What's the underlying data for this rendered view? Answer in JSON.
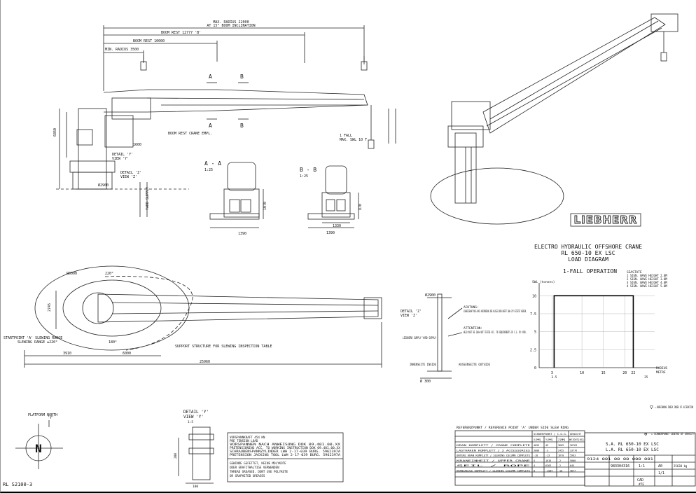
{
  "dims": {
    "max_radius_1": "MAX. RADIUS 22000",
    "max_radius_2": "AT 15° BOOM INCLINATION",
    "boom_rest_1": "BOOM REST 12777 'B'",
    "boom_rest_2": "BOOM REST 10000",
    "min_radius": "MIN. RADIUS 3500",
    "boom_rest_label": "BOOM REST CRANE EMPL.",
    "fall_note_1": "1 FALL",
    "fall_note_2": "MAX. SWL 10 T",
    "detail_y": "DETAIL 'Y'",
    "view_y": "VIEW 'Y'",
    "detail_z": "DETAIL 'Z'",
    "view_z": "VIEW 'Z'",
    "yard_supply": "YARD SUPPLY",
    "h6860": "6860",
    "h5900": "Ø2900",
    "w1600": "1600",
    "sec_a": "A",
    "sec_b": "B"
  },
  "sections": {
    "aa_title": "A - A",
    "aa_sub": "1:25",
    "aa_w": "1390",
    "aa_h": "1070",
    "bb_title": "B - B",
    "bb_sub": "1:25",
    "bb_w": "1390",
    "bb_w2": "1330",
    "bb_h": "870"
  },
  "plan": {
    "r": "R6000",
    "angle": "220°",
    "angle2": "180°",
    "startpoint": "STARTPOINT 'A' SLEWING RANGE",
    "slewing": "SLEWING RANGE ±220°",
    "support": "SUPPORT STRUCTURE FOR SLEWING INSPECTION TABLE",
    "d1": "3910",
    "d2": "6000",
    "d3": "25960",
    "d4": "2745"
  },
  "detail_z_block": {
    "title": "DETAIL 'Z'",
    "view": "VIEW 'Z'",
    "d": "Ø2900",
    "note1": "ACHTUNG:",
    "note2": "SCHWEISSNAHT MUSS NACH ANFORDERUNG DER KLASSE DURCH WERFT 100% ZfP GETESTET WERDEN.",
    "note3": "ATTENTION:",
    "note4": "WELD MUST BE 100% NDT TESTED ACC. TO REQUIREMENTS OF C.S. BY YARD.",
    "supply": "LIEBHERR SUPPLY YARD SUPPLY",
    "inside": "INNENSEITE INSIDE",
    "outside": "AUSSENSEITE OUTSIDE",
    "d2": "Ø 300"
  },
  "logo": "LIEBHERR",
  "title_block": {
    "line1": "ELECTRO HYDRAULIC OFFSHORE CRANE",
    "line2": "RL 650-10 EX LSC",
    "line3": "LOAD DIAGRAM"
  },
  "chart_data": {
    "type": "line",
    "title": "1-FALL OPERATION",
    "ylabel": "SWL (tonnes)",
    "xlabel": "RADIUS (METRES)",
    "xlabel_short": "RADIUS",
    "xlabel_unit": "METRE",
    "x_ticks": [
      "3",
      "10",
      "15",
      "20",
      "22"
    ],
    "x_extra_ticks": [
      "3.5",
      "25"
    ],
    "y_ticks": [
      "0",
      "2.5",
      "5",
      "7.5",
      "10"
    ],
    "series": [
      {
        "x": [
          3.5,
          3.5,
          22,
          22
        ],
        "y": [
          0,
          10,
          10,
          0
        ]
      }
    ],
    "ylim": [
      0,
      11
    ],
    "xlim": [
      0,
      27
    ],
    "seastate_title": "SEASTATE",
    "seastate": [
      "1 SIGN. WAVE HEIGHT 2.0M",
      "2 SIGN. WAVE HEIGHT 3.0M",
      "3 SIGN. WAVE HEIGHT 4.0M",
      "4 SIGN. WAVE HEIGHT 5.0M"
    ]
  },
  "legend_notes": {
    "sym1": "▽",
    "note1": "= ABRECHNUNG INDEX INDEX OF ALTERATION",
    "sym2": "⊕",
    "note2": "= SCHWERPUNKT CENTRE OF GRAVITY"
  },
  "north": {
    "label": "PLATFORM NORTH",
    "arrow_label": "'Y'",
    "letter": "N"
  },
  "detail_y_block": {
    "title": "DETAIL 'Y'",
    "view": "VIEW 'Y'",
    "scale": "1:5",
    "d1": "200",
    "d2": "100"
  },
  "bolt_box": {
    "line1": "VORSPANNKRAFT        454 KN",
    "line2": "PRE TENSION LOAD",
    "line3": "VORSPANNEN NACH ANWEISUNG  DOK 09.401.00.XX",
    "line4": "PRETENSIONING ACC. TO WORKING INSTRUCTION  DOK 09.401.00.XX",
    "line5": "SCHRAUBENSPANNZYLINDER LWH 2-17-039  BURG. 5962397A",
    "line6": "PRETENSION JACKING TOOL LWH 2-17-039  BURG. 5962397A",
    "line7": "GEWINDE GEFETTET, KEINE MOLYKOTE",
    "line8": "ODER GRAFITHALTIGE VERWENDEN",
    "line9": "THREAD GREASED. DONT USE POLYKOTE",
    "line10": "OR GRAPHITED GREASES"
  },
  "cog_table": {
    "title": "REFERENZPUNKT / REFERENCE POINT 'A' UNDER SIDE SLEW RING",
    "headers": [
      "SCHWERPUNKT / C.O.G.",
      "GEWICHT"
    ],
    "subheaders": [
      "X[MM]",
      "Y[MM]",
      "Z[MM]",
      "WEIGHT[KG]"
    ],
    "rows": [
      {
        "name": "KRAN KOMPLETT / CRANE COMPLETE",
        "x": "4659",
        "y": "49",
        "z": "3669",
        "w": "36763"
      },
      {
        "name": "LASTHAKEN KOMPLETT / 2 ACCESSORIES",
        "x": "3008",
        "y": "-3",
        "z": "2455",
        "w": "33776"
      },
      {
        "name": "UNTERE KRAN KOMPLETT / SLEWING COLUMN COMPLETE",
        "x": "-18",
        "y": "-13",
        "z": "1670",
        "w": "5963"
      },
      {
        "name": "KRANEINHEIT / UPPER CRANE",
        "x": "4",
        "y": "1016",
        "z": "-2",
        "w": "5000"
      },
      {
        "name": "SEIL / ROPE",
        "x": "4",
        "y": "6263",
        "z": "-2",
        "w": "645"
      },
      {
        "name": "KRANSAEULE KOMPLETT / SLEWING COLUMN COMPLETE",
        "x": "0",
        "y": "-1584",
        "z": "-10",
        "w": "4677"
      }
    ]
  },
  "drawing_block": {
    "crane_1": "S.A. RL 650-10 EX LSC",
    "crane_2": "L.A. RL 650-10 EX LSC",
    "drawing_no": "9124 001 00 00 000 001",
    "sheet_no": "983304316",
    "scale": "1:1",
    "format": "A0",
    "weight": "25638 kg",
    "rev": "1/1",
    "cad": "CAD",
    "f": "#7E"
  },
  "side_label": "RL S2100-3"
}
